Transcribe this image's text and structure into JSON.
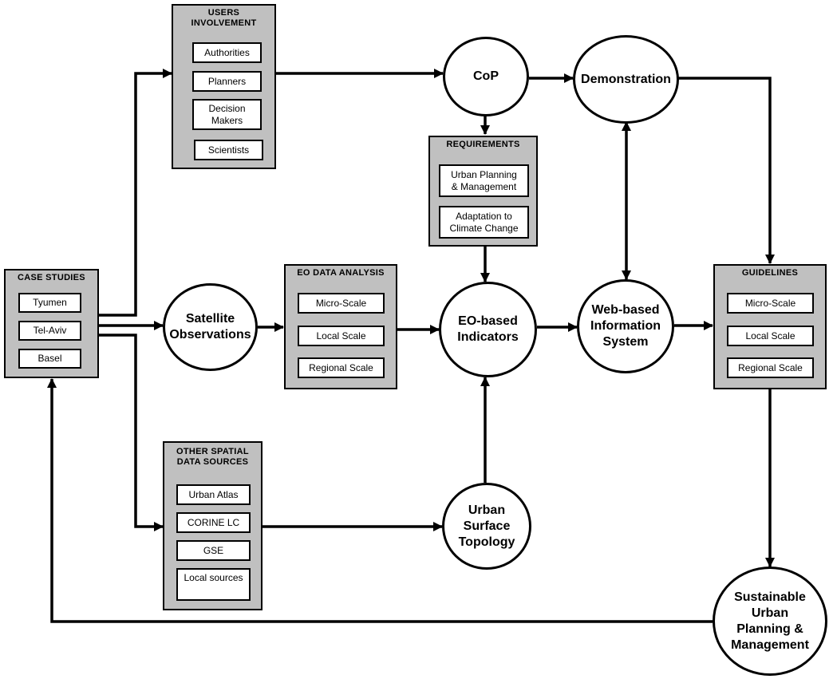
{
  "groups": {
    "users_involvement": {
      "title": "USERS\nINVOLVEMENT",
      "items": [
        "Authorities",
        "Planners",
        "Decision\nMakers",
        "Scientists"
      ]
    },
    "requirements": {
      "title": "REQUIREMENTS",
      "items": [
        "Urban Planning\n& Management",
        "Adaptation to\nClimate Change"
      ]
    },
    "case_studies": {
      "title": "CASE  STUDIES",
      "items": [
        "Tyumen",
        "Tel-Aviv",
        "Basel"
      ]
    },
    "eo_data_analysis": {
      "title": "EO DATA  ANALYSIS",
      "items": [
        "Micro-Scale",
        "Local Scale",
        "Regional Scale"
      ]
    },
    "guidelines": {
      "title": "GUIDELINES",
      "items": [
        "Micro-Scale",
        "Local Scale",
        "Regional Scale"
      ]
    },
    "other_sources": {
      "title": "OTHER  SPATIAL\nDATA SOURCES",
      "items": [
        "Urban Atlas",
        "CORINE LC",
        "GSE",
        "Local sources"
      ]
    }
  },
  "nodes": {
    "cop": "CoP",
    "demonstration": "Demonstration",
    "satellite_observations": "Satellite\nObservations",
    "eo_indicators": "EO-based\nIndicators",
    "web_info_system": "Web-based\nInformation\nSystem",
    "urban_topology": "Urban\nSurface\nTopology",
    "sustainable": "Sustainable\nUrban\nPlanning &\nManagement"
  }
}
